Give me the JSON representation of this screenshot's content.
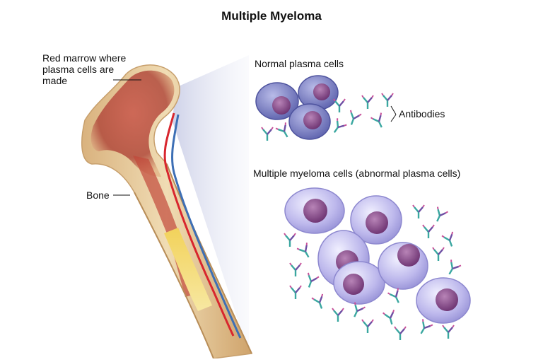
{
  "title": "Multiple Myeloma",
  "labels": {
    "red_marrow": "Red marrow where plasma cells are made",
    "bone": "Bone",
    "normal_plasma_cells": "Normal plasma cells",
    "antibodies": "Antibodies",
    "myeloma_cells": "Multiple myeloma cells (abnormal plasma cells)"
  },
  "colors": {
    "bone": "#e8c99a",
    "marrow": "#b5463a",
    "artery": "#d8262e",
    "vein": "#3d6fb5",
    "plasma_cell": "#7e82c8",
    "myeloma_cell": "#a9a6e0",
    "nucleus": "#7a3f7d",
    "antibody_teal": "#3aa7a0",
    "antibody_pink": "#c7519a",
    "antibody_purple": "#6d4fa3"
  }
}
